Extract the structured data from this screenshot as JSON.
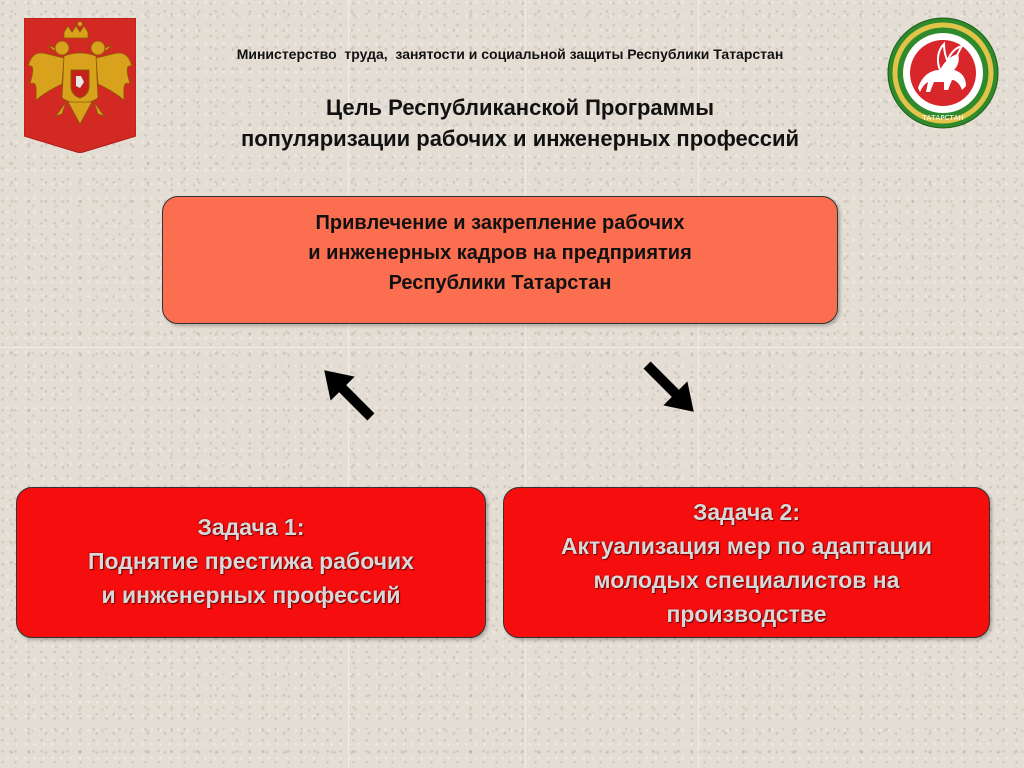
{
  "header": {
    "ministry": "Министерство  труда,  занятости и социальной защиты Республики Татарстан",
    "title_lines": [
      "Цель Республиканской Программы",
      "популяризации рабочих и инженерных профессий"
    ]
  },
  "goal": {
    "lines": [
      "Привлечение и закрепление рабочих",
      "и инженерных кадров на предприятия",
      "Республики Татарстан"
    ]
  },
  "tasks": [
    {
      "lines": [
        "Задача 1:",
        "Поднятие престижа рабочих",
        "и инженерных профессий"
      ]
    },
    {
      "lines": [
        "Задача 2:",
        "Актуализация мер по адаптации",
        "молодых специалистов на",
        "производстве"
      ]
    }
  ],
  "emblems": {
    "left": "russia-coat-of-arms-icon",
    "right": "tatarstan-coat-of-arms-icon",
    "right_text": "ТАТАРСТАН"
  },
  "colors": {
    "goal_fill": "#fb6e4f",
    "task_fill": "#f60d0d",
    "task_text": "#d8d8d8",
    "arrow": "#000000"
  }
}
